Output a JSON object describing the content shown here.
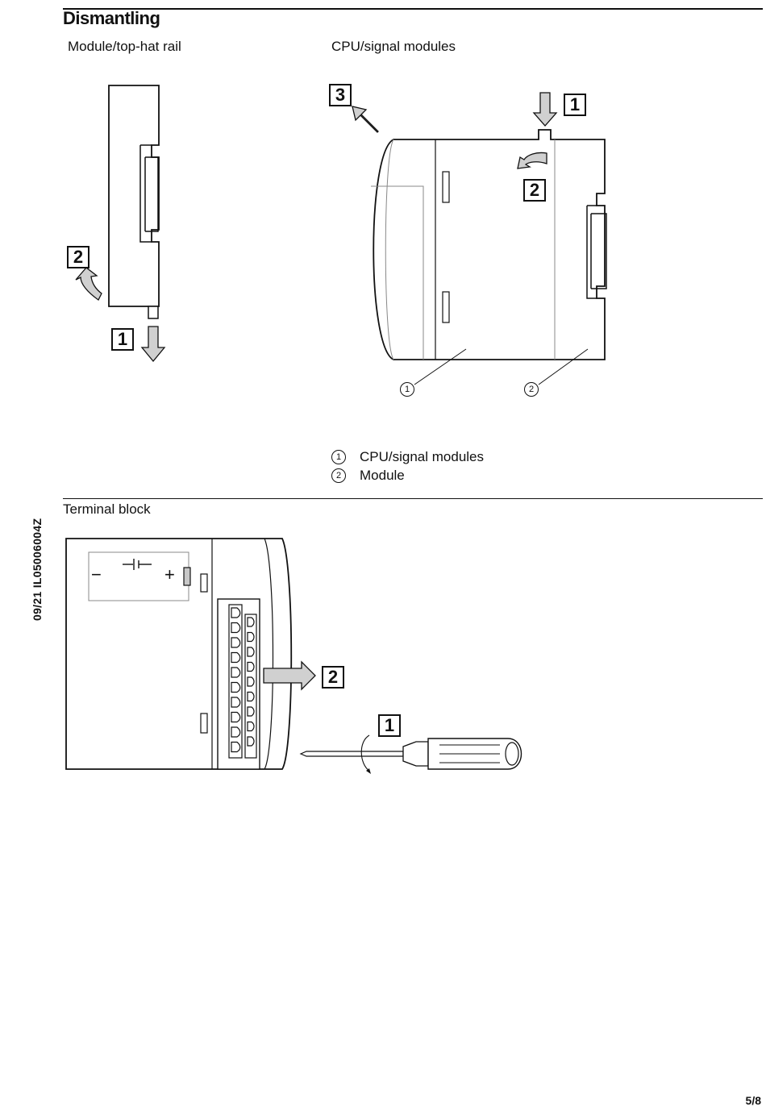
{
  "page": {
    "title": "Dismantling",
    "side_code": "09/21 IL05006004Z",
    "page_number": "5/8"
  },
  "sections": {
    "module_rail": {
      "label": "Module/top-hat rail",
      "steps": [
        "2",
        "1"
      ]
    },
    "cpu_signal": {
      "label": "CPU/signal modules",
      "steps": [
        "3",
        "1",
        "2"
      ],
      "callouts": [
        "1",
        "2"
      ],
      "legend": [
        {
          "num": "1",
          "text": "CPU/signal modules"
        },
        {
          "num": "2",
          "text": "Module"
        }
      ]
    },
    "terminal_block": {
      "label": "Terminal block",
      "steps": [
        "2",
        "1"
      ],
      "battery_minus": "−",
      "battery_plus": "+"
    }
  },
  "colors": {
    "arrow_fill": "#d0d0d0",
    "line": "#111111",
    "light_line": "#888888"
  }
}
